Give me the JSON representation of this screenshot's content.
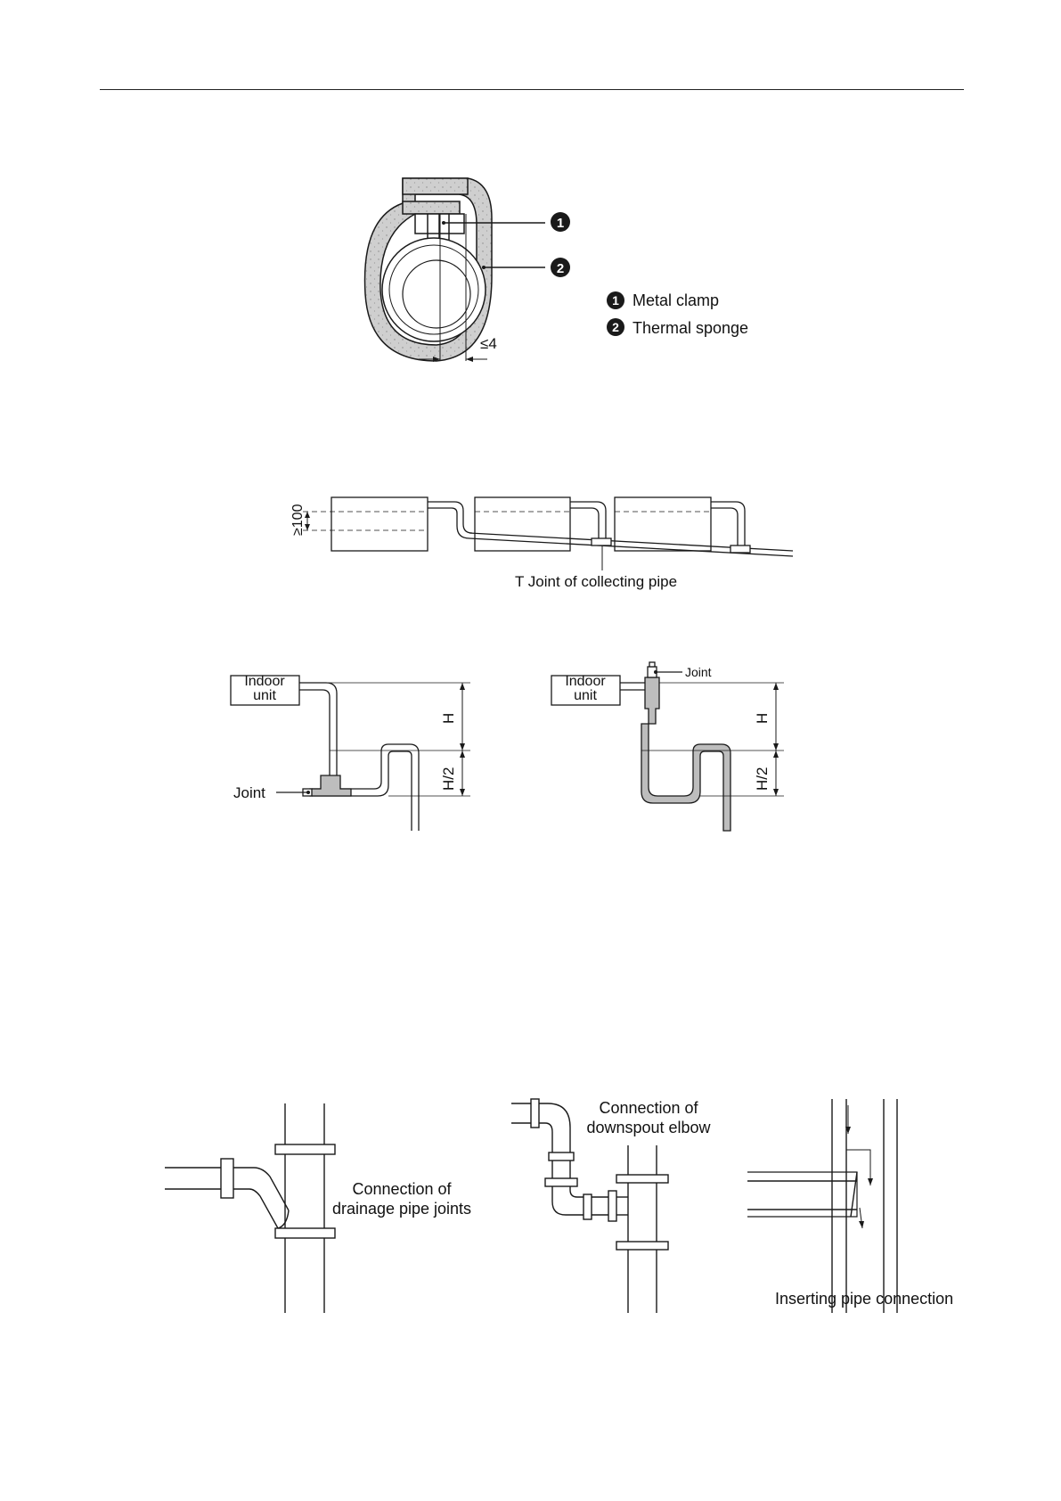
{
  "fig1": {
    "callouts": [
      {
        "num": "1",
        "label": "Metal clamp"
      },
      {
        "num": "2",
        "label": "Thermal sponge"
      }
    ],
    "dimension": "≤4"
  },
  "fig2": {
    "height_dim": "≥100",
    "joint_label": "T  Joint of collecting pipe"
  },
  "fig3": {
    "left": {
      "unit_line1": "Indoor",
      "unit_line2": "unit",
      "joint": "Joint",
      "h": "H",
      "h2": "H/2"
    },
    "right": {
      "unit_line1": "Indoor",
      "unit_line2": "unit",
      "joint": "Joint",
      "h": "H",
      "h2": "H/2"
    }
  },
  "fig4": {
    "drainage_line1": "Connection of",
    "drainage_line2": "drainage pipe joints",
    "elbow_line1": "Connection of",
    "elbow_line2": "downspout elbow",
    "inserting": "Inserting pipe connection"
  },
  "colors": {
    "line": "#1a1a1a",
    "sponge": "#cfcfcf",
    "joint_fill": "#bdbdbd"
  }
}
